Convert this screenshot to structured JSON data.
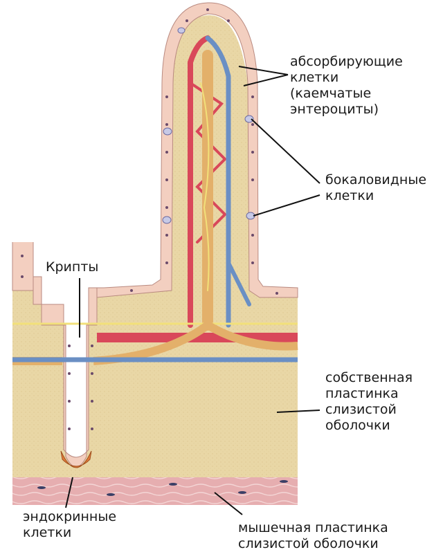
{
  "labels": {
    "absorptive": [
      "абсорбирующие",
      "клетки",
      "(каемчатые",
      "энтероциты)"
    ],
    "goblet": [
      "бокаловидные",
      "клетки"
    ],
    "crypts": "Крипты",
    "lamina_propria": [
      "собственная",
      "пластинка",
      "слизистой",
      "оболочки"
    ],
    "endocrine": [
      "эндокринные",
      "клетки"
    ],
    "muscularis": [
      "мышечная пластинка",
      "слизистой оболочки"
    ]
  },
  "colors": {
    "lamina": "#e9d7a6",
    "epithelium": "#f3cfc0",
    "cell_border": "#b98a80",
    "nucleus": "#6a4a6a",
    "artery": "#d9485a",
    "vein": "#6a8fc4",
    "lacteal": "#e3b06a",
    "nerve": "#f2e07a",
    "goblet": "#c7c9e6",
    "endocrine": "#e07a3a",
    "muscle": "#e8b4b0"
  }
}
